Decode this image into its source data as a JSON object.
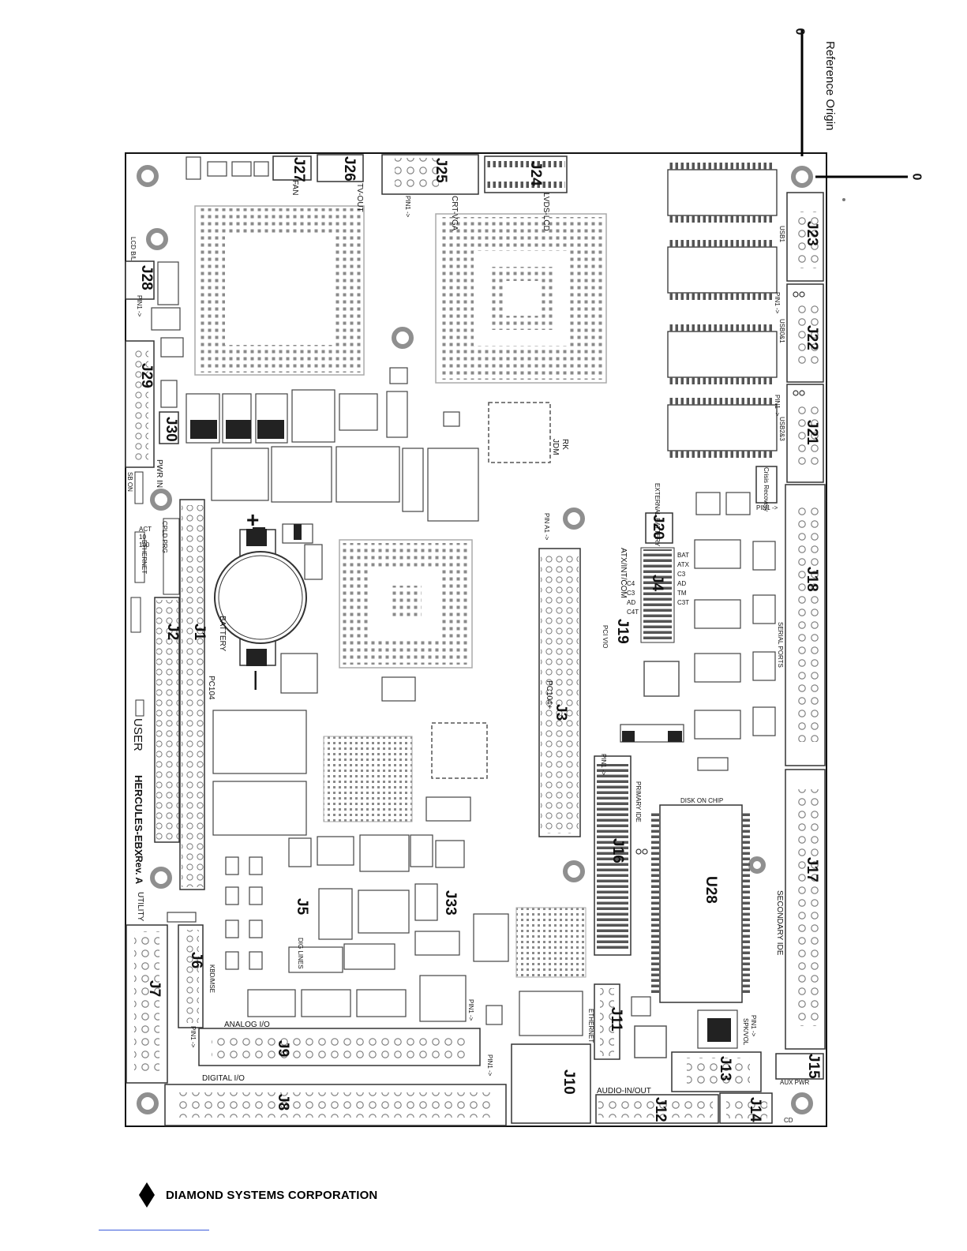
{
  "reference": {
    "label": "Reference Origin",
    "zero_x": "0",
    "zero_y": "0"
  },
  "connectors": {
    "J1": "J1",
    "J2": "J2",
    "J3": "J3",
    "J4": "J4",
    "J5": "J5",
    "J6": "J6",
    "J7": "J7",
    "J8": "J8",
    "J9": "J9",
    "J10": "J10",
    "J11": "J11",
    "J12": "J12",
    "J13": "J13",
    "J14": "J14",
    "J15": "J15",
    "J16": "J16",
    "J17": "J17",
    "J18": "J18",
    "J19": "J19",
    "J20": "J20",
    "J21": "J21",
    "J22": "J22",
    "J23": "J23",
    "J24": "J24",
    "J25": "J25",
    "J26": "J26",
    "J27": "J27",
    "J28": "J28",
    "J29": "J29",
    "J30": "J30",
    "J33": "J33",
    "U28": "U28"
  },
  "labels": {
    "fan": "FAN",
    "tv_out": "TV-OUT",
    "crt_vga": "CRT-VGA",
    "lvds_lcd": "LVDS-LCD",
    "usb1": "USB1",
    "usb0_1": "USB0&1",
    "usb2_3": "USB2&3",
    "pin1_arrow": "PIN1 ->",
    "lcd_bl": "LCD B/L",
    "pwr_in": "PWR IN",
    "sb_on": "SB  ON",
    "rk": "RK",
    "jdm": "JDM",
    "external_battery": "EXTERNAL BATTERY",
    "crisis_recovery": "Crisis Recovery",
    "pin_a1": "PIN A1 ->",
    "bat": "BAT",
    "atx": "ATX",
    "c3": "C3",
    "ad": "AD",
    "tm": "TM",
    "c3t": "C3T",
    "atx_int_com": "ATX/INT/COM",
    "c4": "C4",
    "c4t": "C4T",
    "pci_vio": "PCI VIO",
    "serial_ports": "SERIAL PORTS",
    "ethernet": "ETHERNET",
    "act": "ACT",
    "s10": "10",
    "s100": "100",
    "cpld_prg": "CPLD PRG",
    "battery": "BATTERY",
    "pc104": "PC104",
    "pc104plus": "PC104+",
    "user": "USER",
    "board": "HERCULES-EBX",
    "rev": "Rev. A",
    "utility": "UTILITY",
    "primary_ide": "PRIMARY IDE",
    "disk_on_chip": "DISK ON CHIP",
    "secondary_ide": "SECONDARY IDE",
    "dig_lines": "DIG LINES",
    "kbd_mse": "KBD/MSE",
    "analog_io": "ANALOG I/O",
    "digital_io": "DIGITAL I/O",
    "audio_in_out": "AUDIO-IN/OUT",
    "aux_pwr": "AUX PWR",
    "cd": "CD",
    "spk_vol": "SPK/VOL",
    "plus": "+",
    "minus": "—"
  },
  "footer": {
    "company": "DIAMOND SYSTEMS CORPORATION"
  }
}
